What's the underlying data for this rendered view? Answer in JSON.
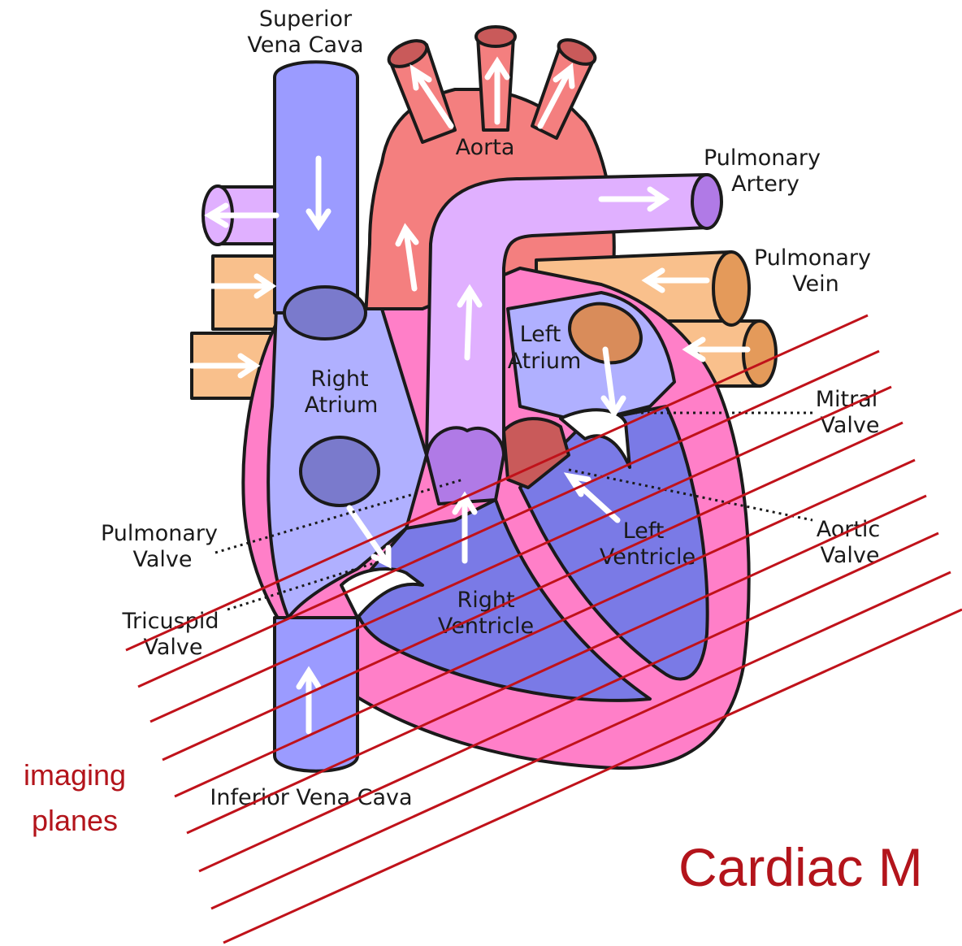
{
  "labels": {
    "superior_vena_cava": [
      "Superior",
      "Vena Cava"
    ],
    "aorta": "Aorta",
    "pulmonary_artery": [
      "Pulmonary",
      "Artery"
    ],
    "pulmonary_vein": [
      "Pulmonary",
      "Vein"
    ],
    "left_atrium": [
      "Left",
      "Atrium"
    ],
    "right_atrium": [
      "Right",
      "Atrium"
    ],
    "mitral_valve": [
      "Mitral",
      "Valve"
    ],
    "aortic_valve": [
      "Aortic",
      "Valve"
    ],
    "pulmonary_valve": [
      "Pulmonary",
      "Valve"
    ],
    "tricuspid_valve": [
      "Tricuspid",
      "Valve"
    ],
    "left_ventricle": [
      "Left",
      "Ventricle"
    ],
    "right_ventricle": [
      "Right",
      "Ventricle"
    ],
    "inferior_vena_cava": "Inferior Vena Cava"
  },
  "annotation": [
    "imaging",
    "planes"
  ],
  "title": "Cardiac M",
  "colors": {
    "vena_cava": "#9b9bff",
    "aorta": "#f47f7f",
    "pulmonary_artery": "#e0b0ff",
    "pulmonary_vein": "#f9c08c",
    "myocardium": "#ff7fc8",
    "atrium": "#b0b0ff",
    "ventricle": "#7a7ae6",
    "imaging_plane": "#c0121a"
  }
}
